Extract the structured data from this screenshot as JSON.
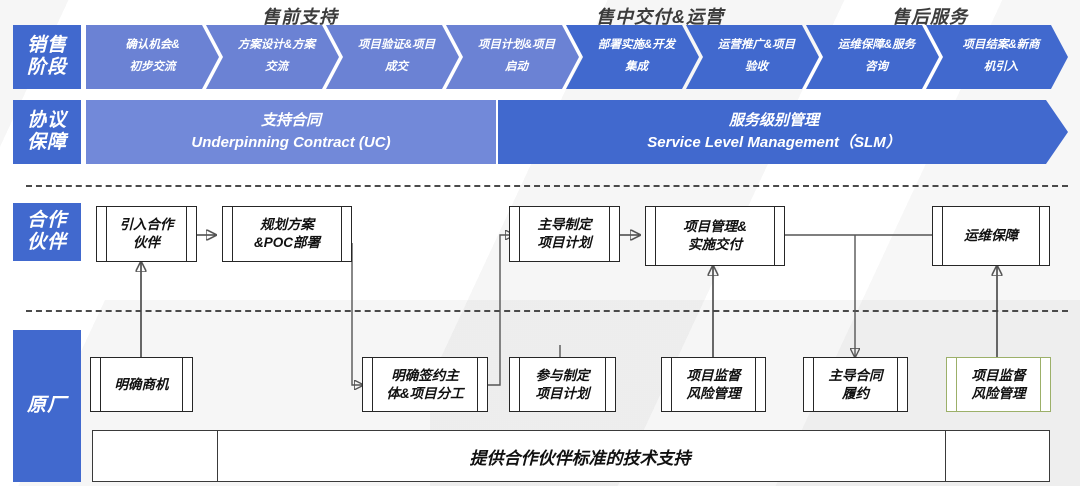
{
  "phases": [
    {
      "label": "售前支持"
    },
    {
      "label": "售中交付&运营"
    },
    {
      "label": "售后服务"
    }
  ],
  "rows": {
    "sales_stage": "销售\n阶段",
    "sales_stage_l1": "销售",
    "sales_stage_l2": "阶段",
    "agreement_l1": "协议",
    "agreement_l2": "保障",
    "partner_l1": "合作",
    "partner_l2": "伙伴",
    "vendor": "原厂"
  },
  "stages": [
    {
      "l1": "确认机会&",
      "l2": "初步交流",
      "tone": "light"
    },
    {
      "l1": "方案设计&方案",
      "l2": "交流",
      "tone": "light"
    },
    {
      "l1": "项目验证&项目",
      "l2": "成交",
      "tone": "light"
    },
    {
      "l1": "项目计划&项目",
      "l2": "启动",
      "tone": "light"
    },
    {
      "l1": "部署实施&开发",
      "l2": "集成",
      "tone": "dark"
    },
    {
      "l1": "运营推广&项目",
      "l2": "验收",
      "tone": "dark"
    },
    {
      "l1": "运维保障&服务",
      "l2": "咨询",
      "tone": "dark"
    },
    {
      "l1": "项目结案&新商",
      "l2": "机引入",
      "tone": "dark"
    }
  ],
  "agreements": [
    {
      "cn": "支持合同",
      "en": "Underpinning Contract (UC)",
      "tone": "uc"
    },
    {
      "cn": "服务级别管理",
      "en": "Service Level Management（SLM）",
      "tone": "slm"
    }
  ],
  "partner_boxes": [
    {
      "l1": "引入合作",
      "l2": "伙伴"
    },
    {
      "l1": "规划方案",
      "l2": "&POC部署"
    },
    {
      "l1": "主导制定",
      "l2": "项目计划"
    },
    {
      "l1": "项目管理&",
      "l2": "实施交付"
    },
    {
      "l1": "运维保障",
      "l2": ""
    }
  ],
  "vendor_boxes": [
    {
      "l1": "明确商机",
      "l2": "",
      "accent": "black"
    },
    {
      "l1": "明确签约主",
      "l2": "体&项目分工",
      "accent": "black"
    },
    {
      "l1": "参与制定",
      "l2": "项目计划",
      "accent": "black"
    },
    {
      "l1": "项目监督",
      "l2": "风险管理",
      "accent": "black"
    },
    {
      "l1": "主导合同",
      "l2": "履约",
      "accent": "black"
    },
    {
      "l1": "项目监督",
      "l2": "风险管理",
      "accent": "olive"
    }
  ],
  "support_bar": {
    "text": "提供合作伙伴标准的技术支持"
  },
  "colors": {
    "brand_dark": "#4169ce",
    "brand_light": "#6b82d4",
    "agreement_uc": "#7289d9",
    "olive": "#9cb069",
    "box_border": "#262626",
    "connector": "#555555",
    "caption": "#3c3c3c"
  }
}
